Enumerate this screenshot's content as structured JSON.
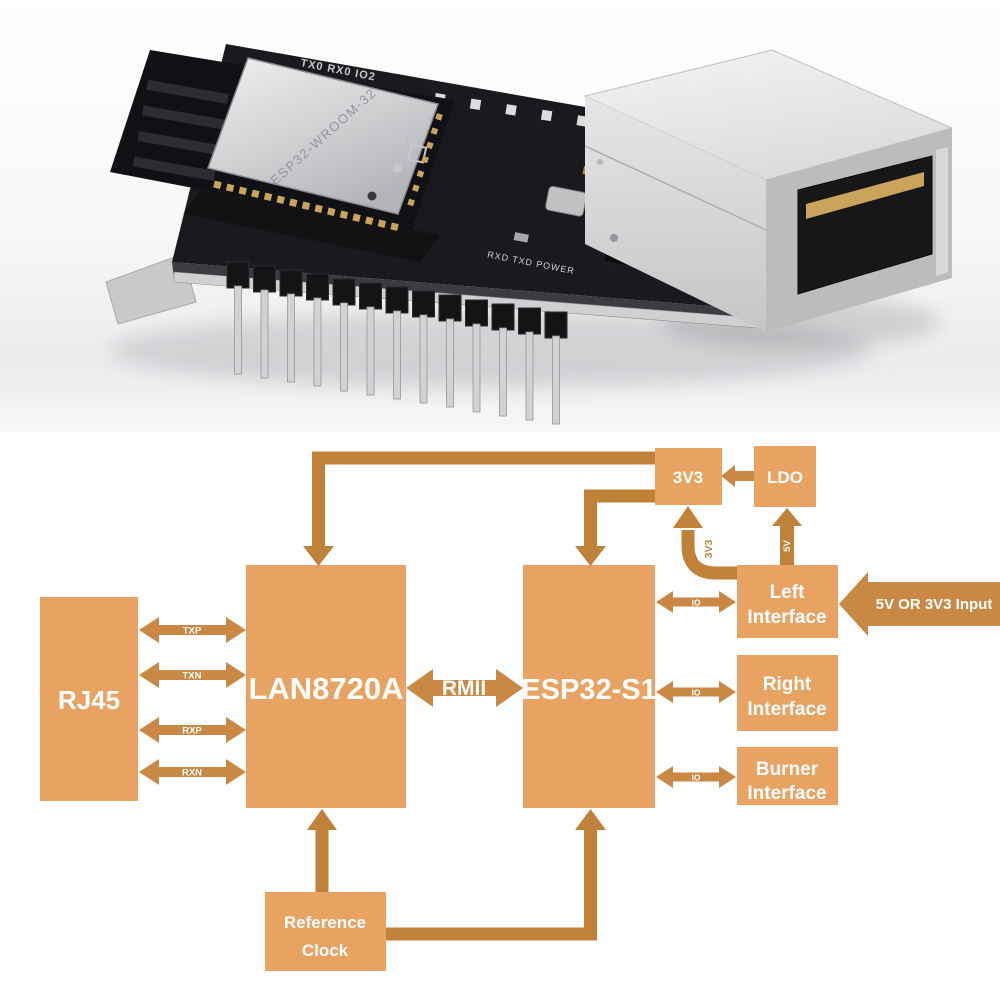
{
  "photo": {
    "module_marking": "ESP32-WROOM-32",
    "silkscreen_top": "TX0 RX0 IO2",
    "silkscreen_bottom": "RXD TXD POWER"
  },
  "diagram": {
    "colors": {
      "box_fill": "#E8A262",
      "arrow_fill": "#C98945",
      "power_fill": "#C08238",
      "text": "#FFFFFF",
      "curve_label": "#C8823E"
    },
    "boxes": {
      "rj45": {
        "label": "RJ45"
      },
      "lan8720a": {
        "label": "LAN8720A"
      },
      "esp32": {
        "label": "ESP32-S1"
      },
      "v3v3": {
        "label": "3V3"
      },
      "ldo": {
        "label": "LDO"
      },
      "left_interface": {
        "line1": "Left",
        "line2": "Interface"
      },
      "right_interface": {
        "line1": "Right",
        "line2": "Interface"
      },
      "burner_interface": {
        "line1": "Burner",
        "line2": "Interface"
      },
      "reference_clock": {
        "line1": "Reference",
        "line2": "Clock"
      }
    },
    "links": {
      "txp": "TXP",
      "txn": "TXN",
      "rxp": "RXP",
      "rxn": "RXN",
      "rmii": "RMII",
      "io_left": "IO",
      "io_right": "IO",
      "io_burner": "IO",
      "curve_3v3": "3V3",
      "up_5v": "5V",
      "power_input": "5V OR 3V3 Input"
    }
  }
}
